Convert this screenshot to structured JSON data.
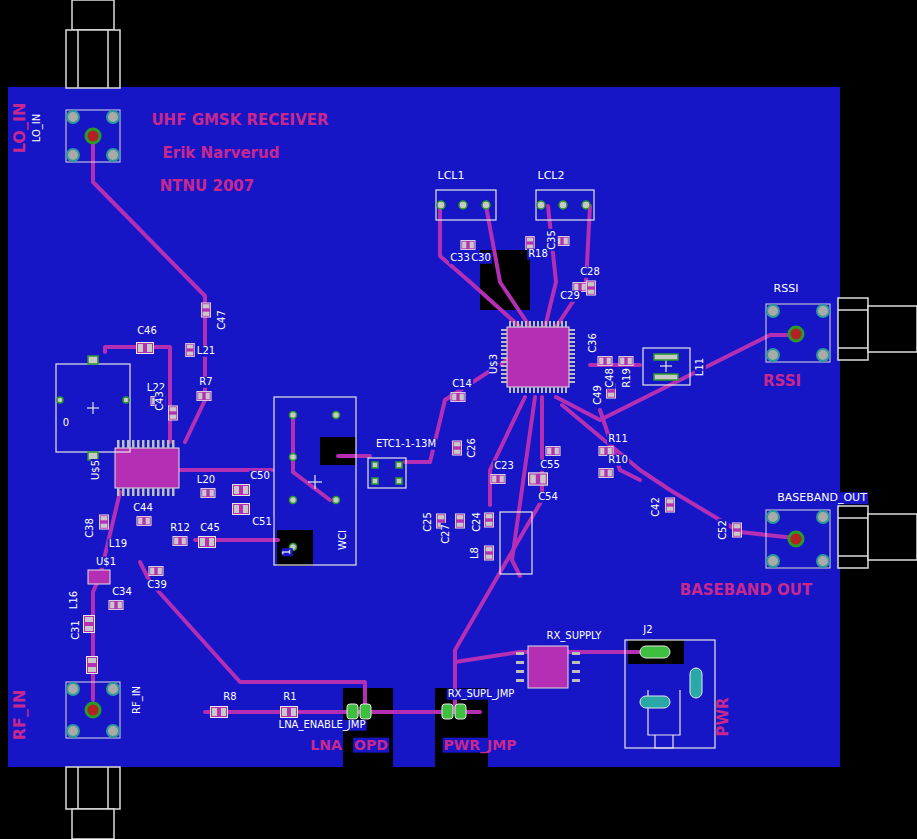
{
  "diagram": {
    "labels": [
      "LO_IN",
      "LO_IN",
      "UHF GMSK RECEIVER",
      "Erik Narverud",
      "NTNU 2007",
      "LCL1",
      "LCL2",
      "C33",
      "C30",
      "R18",
      "C35",
      "C29",
      "C28",
      "C36",
      "U$3",
      "C49",
      "C48",
      "R19",
      "L11",
      "RSSI",
      "RSSI",
      "C47",
      "C46",
      "L21",
      "L22",
      "R7",
      "C43",
      "0",
      "C14",
      "U$5",
      "ETC1-1-13M",
      "C26",
      "C50",
      "C51",
      "L20",
      "R12",
      "C45",
      "C44",
      "C38",
      "L19",
      "C39",
      "U$1",
      "C34",
      "L16",
      "C31",
      "RF_IN",
      "RF_IN",
      "1",
      "WCI",
      "C23",
      "C55",
      "C54",
      "R11",
      "R10",
      "C42",
      "C52",
      "BASEBAND_OUT",
      "BASEBAND OUT",
      "C25",
      "C27",
      "C24",
      "L8",
      "R8",
      "R1",
      "LNA_ENABLE_JMP",
      "LNA",
      "OPD",
      "RX_SUPL_JMP",
      "PWR_JMP",
      "RX_SUPPLY",
      "J2",
      "PWR"
    ]
  }
}
